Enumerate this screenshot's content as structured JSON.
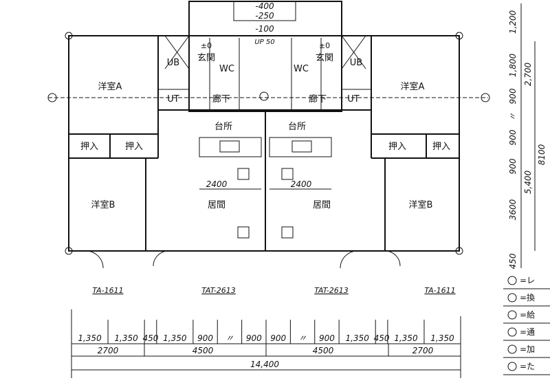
{
  "rooms": {
    "left": {
      "western_a": "洋室A",
      "closet_1": "押入",
      "closet_2": "押入",
      "western_b": "洋室B",
      "living": "居間",
      "kitchen": "台所",
      "hall": "廊下",
      "ut": "UT",
      "ub": "UB",
      "entrance": "玄関",
      "wc": "WC",
      "entrance_level": "±0",
      "living_width": "2400"
    },
    "right": {
      "western_a": "洋室A",
      "closet_1": "押入",
      "closet_2": "押入",
      "western_b": "洋室B",
      "living": "居間",
      "kitchen": "台所",
      "hall": "廊下",
      "ut": "UT",
      "ub": "UB",
      "entrance": "玄関",
      "wc": "WC",
      "entrance_level": "±0",
      "living_width": "2400"
    }
  },
  "levels": {
    "l1": "-400",
    "l2": "-250",
    "l3": "-100",
    "stair": "UP 50"
  },
  "sash_labels": [
    "TA-1611",
    "TAT-2613",
    "TAT-2613",
    "TA-1611"
  ],
  "bottom_dims": {
    "row1": [
      "1,350",
      "1,350",
      "450",
      "1,350",
      "900",
      "〃",
      "900",
      "900",
      "〃",
      "900",
      "1,350",
      "450",
      "1,350",
      "1,350"
    ],
    "row2": [
      "2700",
      "4500",
      "4500",
      "2700"
    ],
    "total": "14,400"
  },
  "right_dims": {
    "row1": [
      "1,200",
      "900",
      "1,800",
      "900",
      "〃",
      "900",
      "3600",
      "450"
    ],
    "row2": [
      "2,700",
      "5,400",
      "8100"
    ]
  },
  "legend": [
    {
      "symbol": "ventilator",
      "text": "=レ"
    },
    {
      "symbol": "fan",
      "text": "=換"
    },
    {
      "symbol": "supply",
      "text": "=給"
    },
    {
      "symbol": "vent",
      "text": "=通"
    },
    {
      "symbol": "humid",
      "text": "=加"
    },
    {
      "symbol": "other",
      "text": "=た"
    }
  ]
}
